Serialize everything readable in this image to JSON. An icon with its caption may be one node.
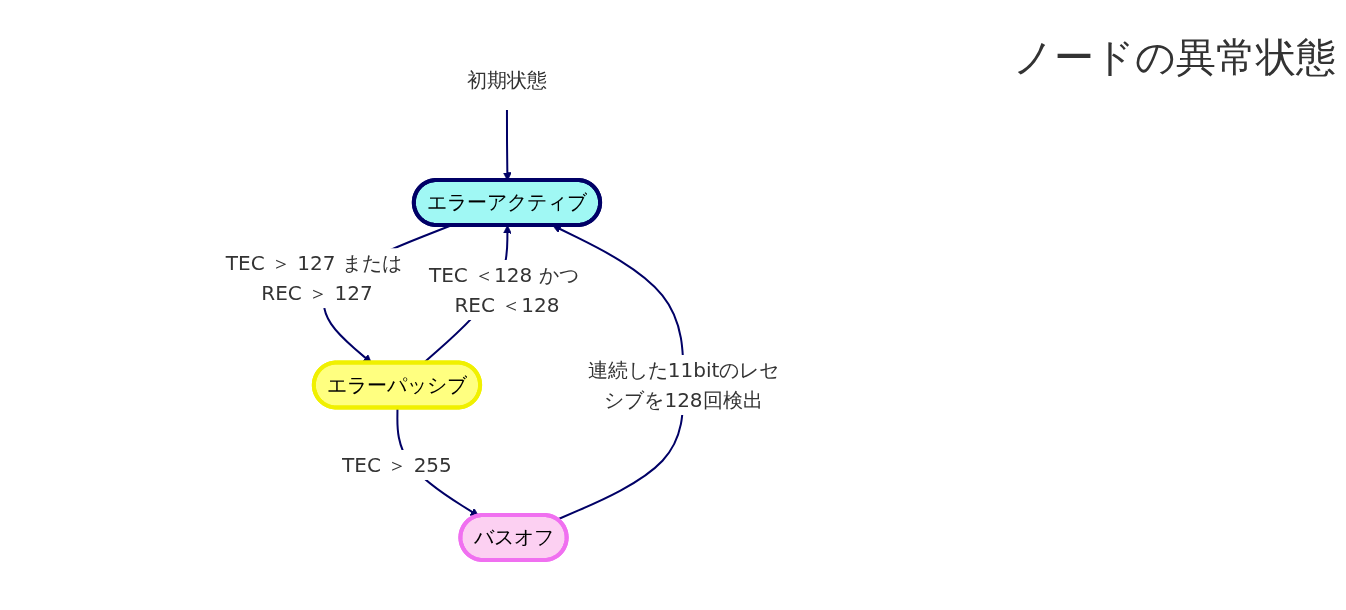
{
  "diagram": {
    "title": "ノードの異常状態",
    "nodes": [
      {
        "text": [
          "初期状態"
        ]
      },
      {
        "text": [
          "エラーアクティブ"
        ]
      },
      {
        "text": [
          "エラーパッシブ"
        ]
      },
      {
        "text": [
          "バスオフ"
        ]
      }
    ],
    "edges": [
      {
        "from": 0,
        "to": 1,
        "arrow": "to"
      },
      {
        "from": 1,
        "to": 2,
        "arrow": "to",
        "label": "TEC ＞ 127 または REC ＞ 127"
      },
      {
        "from": 2,
        "to": 1,
        "arrow": "to",
        "label": "TEC ＜128 かつ REC ＜128"
      },
      {
        "from": 2,
        "to": 3,
        "arrow": "to",
        "label": "TEC ＞ 255"
      },
      {
        "from": 3,
        "to": 1,
        "arrow": "to",
        "label": "連続した11bitのレセシブを128回検出"
      }
    ]
  }
}
